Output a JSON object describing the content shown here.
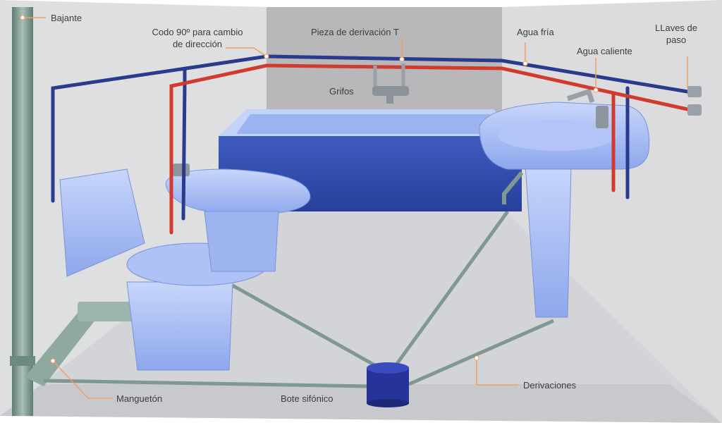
{
  "labels": {
    "bajante": "Bajante",
    "codo_line1": "Codo 90º para cambio",
    "codo_line2": "de dirección",
    "pieza_t": "Pieza de derivación T",
    "agua_fria": "Agua fría",
    "llaves_line1": "LLaves de",
    "llaves_line2": "paso",
    "agua_caliente": "Agua caliente",
    "grifos": "Grifos",
    "manguetón": "Manguetón",
    "bote_sifonico": "Bote sifónico",
    "derivaciones": "Derivaciones"
  },
  "colors": {
    "cold_pipe": "#2a3a8c",
    "hot_pipe": "#d23a2e",
    "drain_pipe": "#7f9890",
    "leader_line": "#f0a060",
    "wall": "#dcdcde",
    "back_wall": "#b9b9bb",
    "floor": "#d2d3d6",
    "fixture": "#9fb6f0",
    "bathtub_panel": "#2f4aa8",
    "bote": "#26349a"
  }
}
